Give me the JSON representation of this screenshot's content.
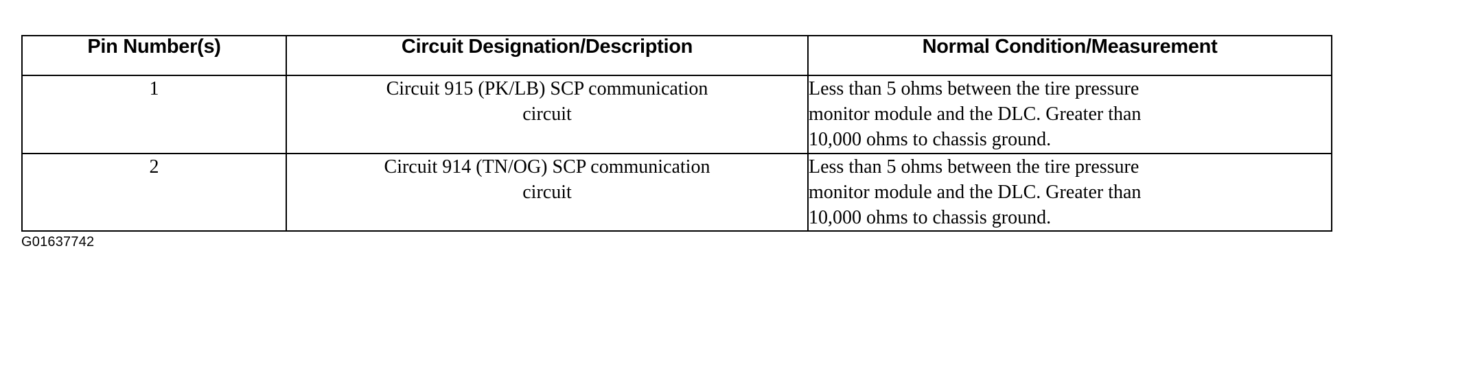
{
  "table": {
    "columns": [
      {
        "key": "pin",
        "header": "Pin Number(s)"
      },
      {
        "key": "desc",
        "header": "Circuit Designation/Description"
      },
      {
        "key": "cond",
        "header": "Normal Condition/Measurement"
      }
    ],
    "rows": [
      {
        "pin": "1",
        "desc_lines": [
          "Circuit 915 (PK/LB) SCP communication",
          "circuit"
        ],
        "cond_lines": [
          "Less than 5 ohms between the tire pressure",
          "monitor module and the DLC. Greater than",
          "10,000 ohms to chassis ground."
        ]
      },
      {
        "pin": "2",
        "desc_lines": [
          "Circuit 914 (TN/OG) SCP communication",
          "circuit"
        ],
        "cond_lines": [
          "Less than 5 ohms between the tire pressure",
          "monitor module and the DLC. Greater than",
          "10,000 ohms to chassis ground."
        ]
      }
    ]
  },
  "figure_id": "G01637742",
  "colors": {
    "background": "#ffffff",
    "text": "#000000",
    "border": "#000000"
  }
}
